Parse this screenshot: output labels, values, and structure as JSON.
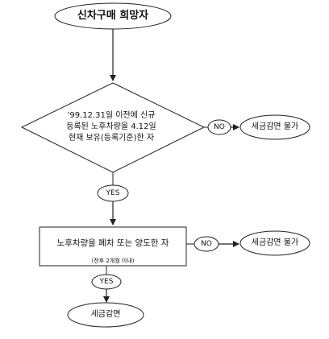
{
  "start": {
    "label": "신차구매 희망자"
  },
  "condition1": {
    "lines": [
      "'99.12.31일 이전에 신규",
      "등록된 노후차량을 4.12일",
      "현재 보유(등록기준)한 자"
    ]
  },
  "no_branch_1": {
    "no_label": "NO",
    "result": "세금감면 불가"
  },
  "yes_1": "YES",
  "condition2": {
    "label": "노후차량을 폐차 또는 양도한 자",
    "note": "(전후 2개월 이내)"
  },
  "no_branch_2": {
    "no_label": "NO",
    "result": "세금감면 불가"
  },
  "yes_2": "YES",
  "end": {
    "label": "세금감면"
  }
}
